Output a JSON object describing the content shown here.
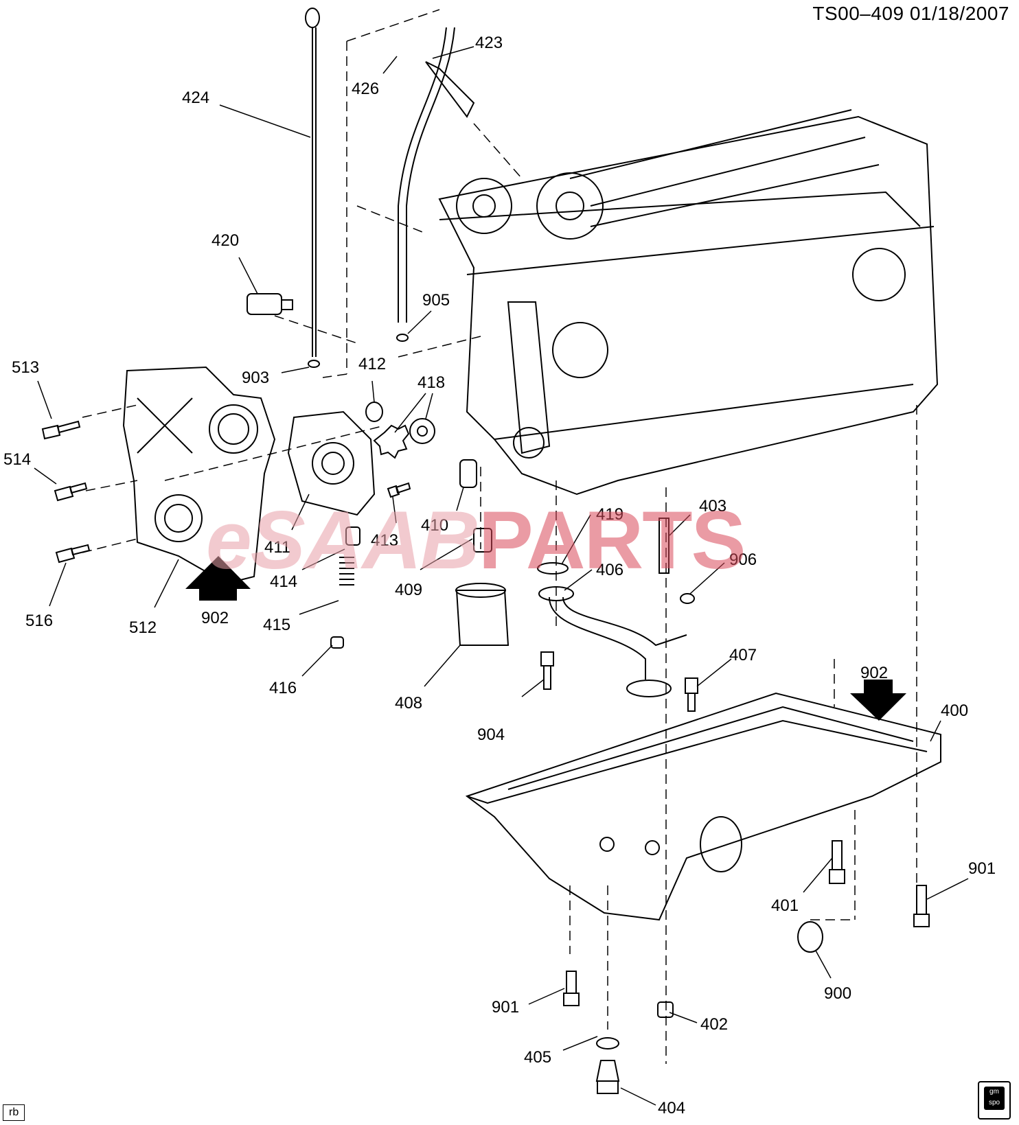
{
  "header": {
    "code": "TS00–409  01/18/2007"
  },
  "footer": {
    "initials": "rb",
    "logo_text": "gm spo"
  },
  "watermark": {
    "part1": "eSAAB",
    "part2": "PARTS"
  },
  "part_labels": [
    "424",
    "426",
    "423",
    "420",
    "905",
    "903",
    "412",
    "418",
    "513",
    "514",
    "516",
    "512",
    "902",
    "411",
    "413",
    "410",
    "414",
    "415",
    "416",
    "409",
    "408",
    "419",
    "406",
    "403",
    "906",
    "407",
    "904",
    "400",
    "401",
    "901",
    "900",
    "402",
    "405",
    "404"
  ]
}
